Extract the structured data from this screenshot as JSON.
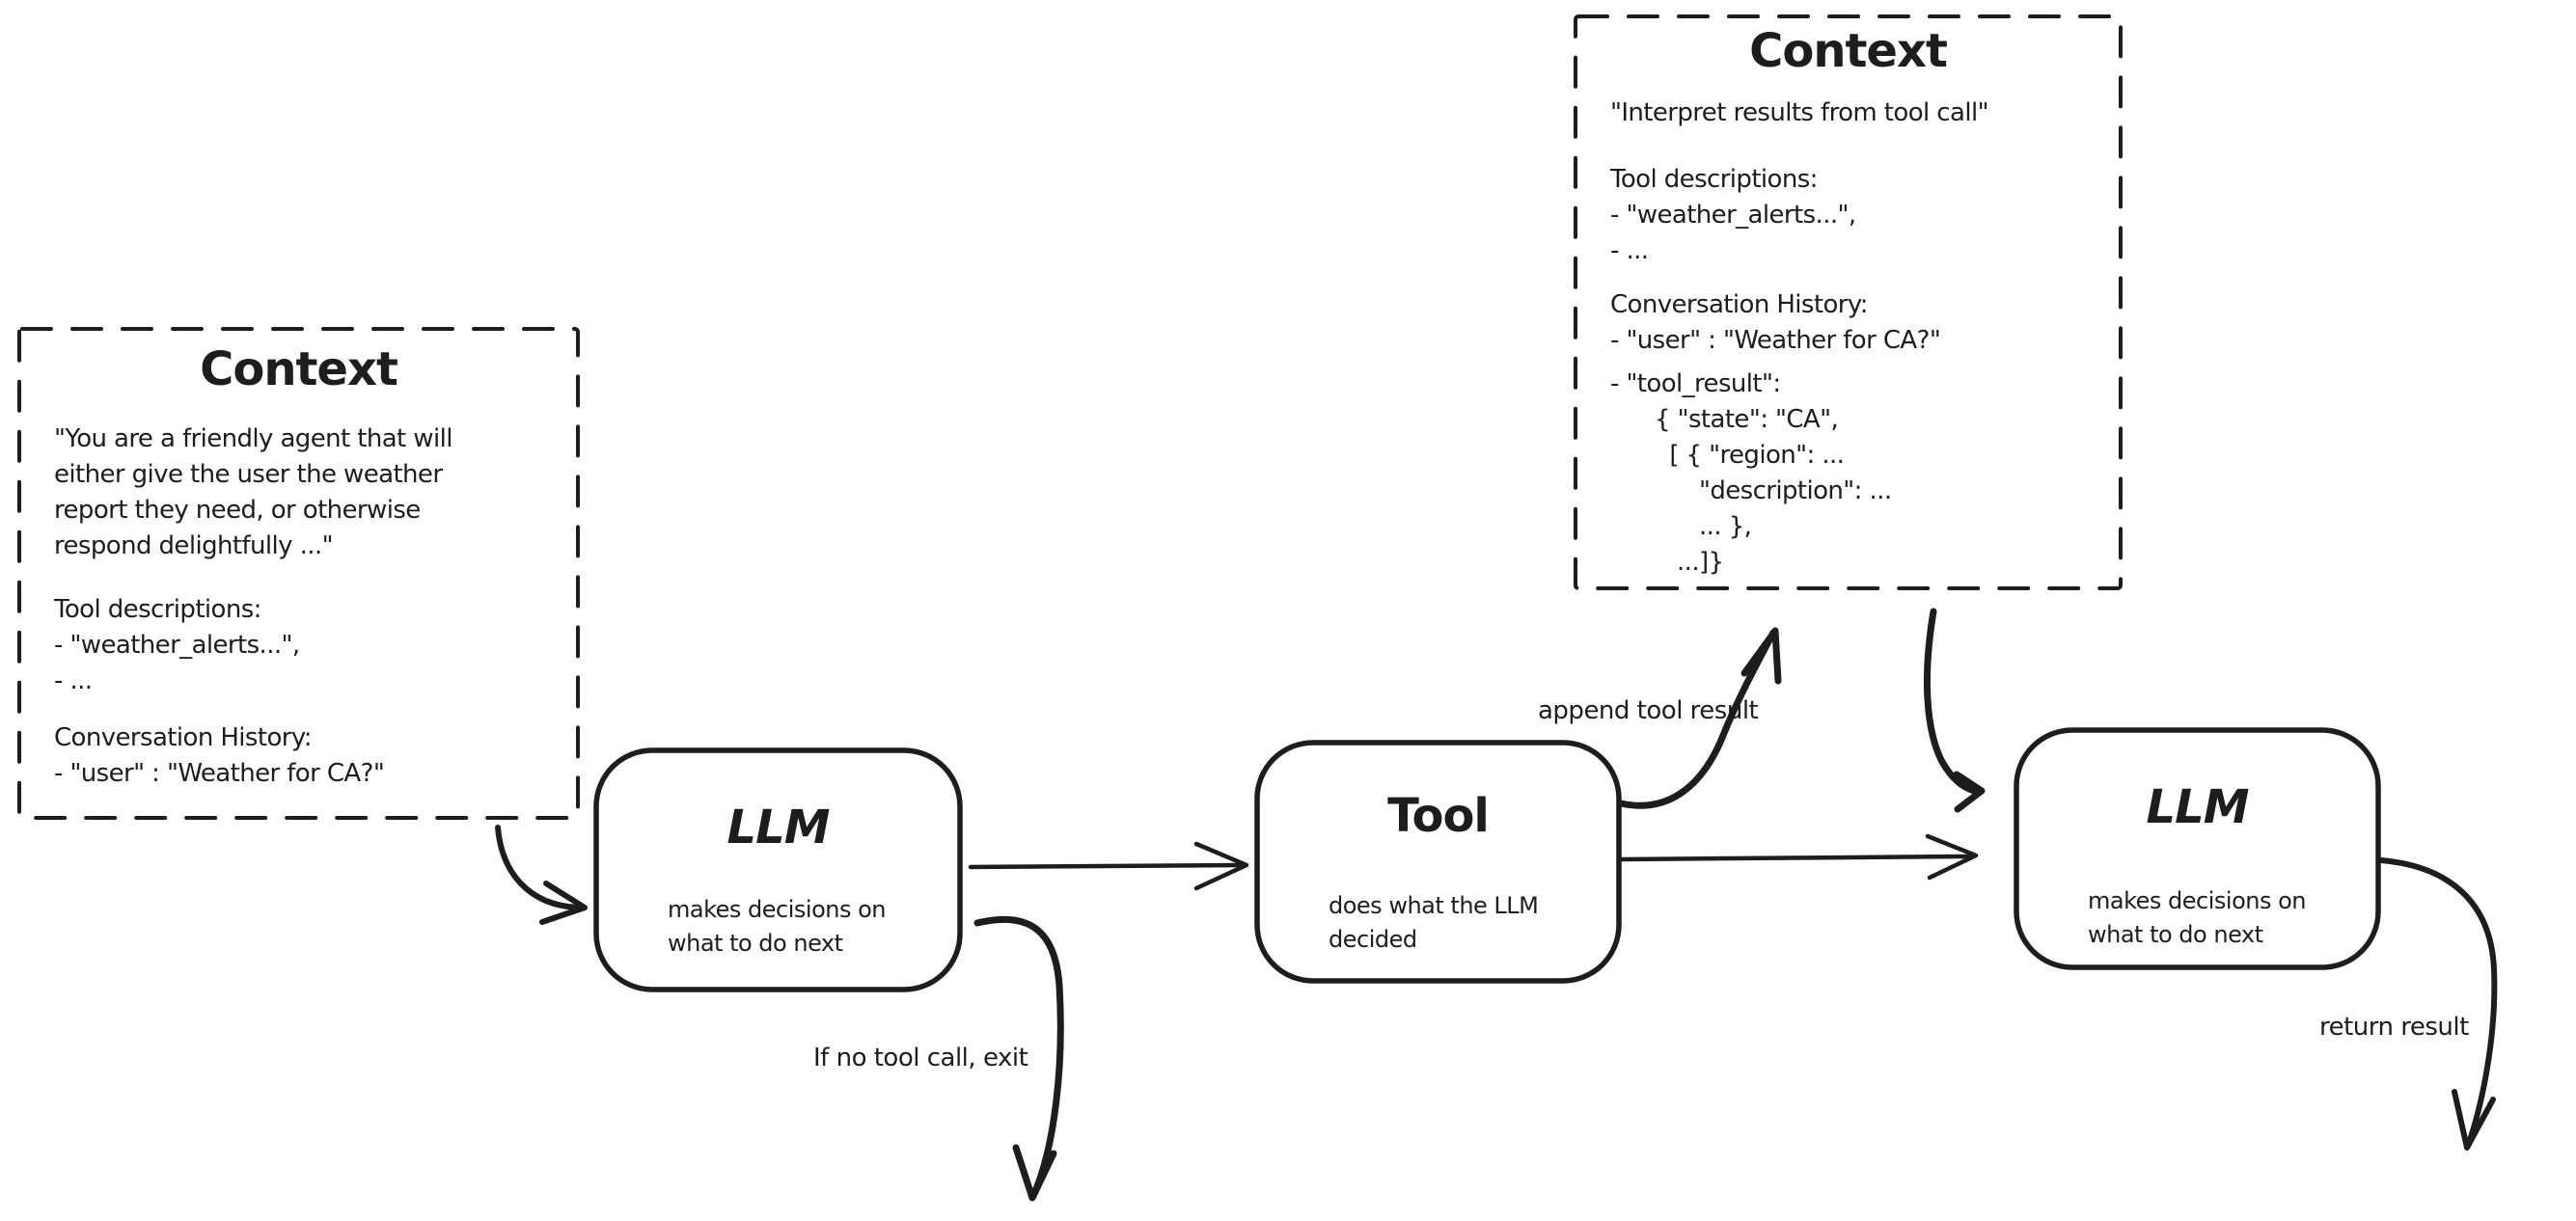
{
  "context1": {
    "title": "Context",
    "system_prompt": "\"You are a friendly agent that will\neither give the user the weather\nreport they need, or otherwise\nrespond delightfully ...\"",
    "tool_descriptions_label": "Tool descriptions:",
    "tool_descriptions_items": "- \"weather_alerts...\",\n- ...",
    "history_label": "Conversation History:",
    "history_items": "- \"user\" : \"Weather for CA?\""
  },
  "llm1": {
    "title": "LLM",
    "subtitle": "makes decisions on\nwhat to do next"
  },
  "tool": {
    "title": "Tool",
    "subtitle": "does what the LLM\ndecided"
  },
  "context2": {
    "title": "Context",
    "instruction": "\"Interpret results from tool call\"",
    "tool_descriptions_label": "Tool descriptions:",
    "tool_descriptions_items": "- \"weather_alerts...\",\n- ...",
    "history_label": "Conversation History:",
    "history_user": "- \"user\" : \"Weather for CA?\"",
    "history_tool_result": "- \"tool_result\":\n      { \"state\": \"CA\",\n        [ { \"region\": ...\n            \"description\": ...\n            ... },\n         ...]}"
  },
  "llm2": {
    "title": "LLM",
    "subtitle": "makes decisions on\nwhat to do next"
  },
  "labels": {
    "append_tool_result": "append tool result",
    "if_no_tool_call": "If no tool call, exit",
    "return_result": "return result"
  },
  "colors": {
    "ink": "#1d1d1d",
    "background": "#ffffff"
  }
}
